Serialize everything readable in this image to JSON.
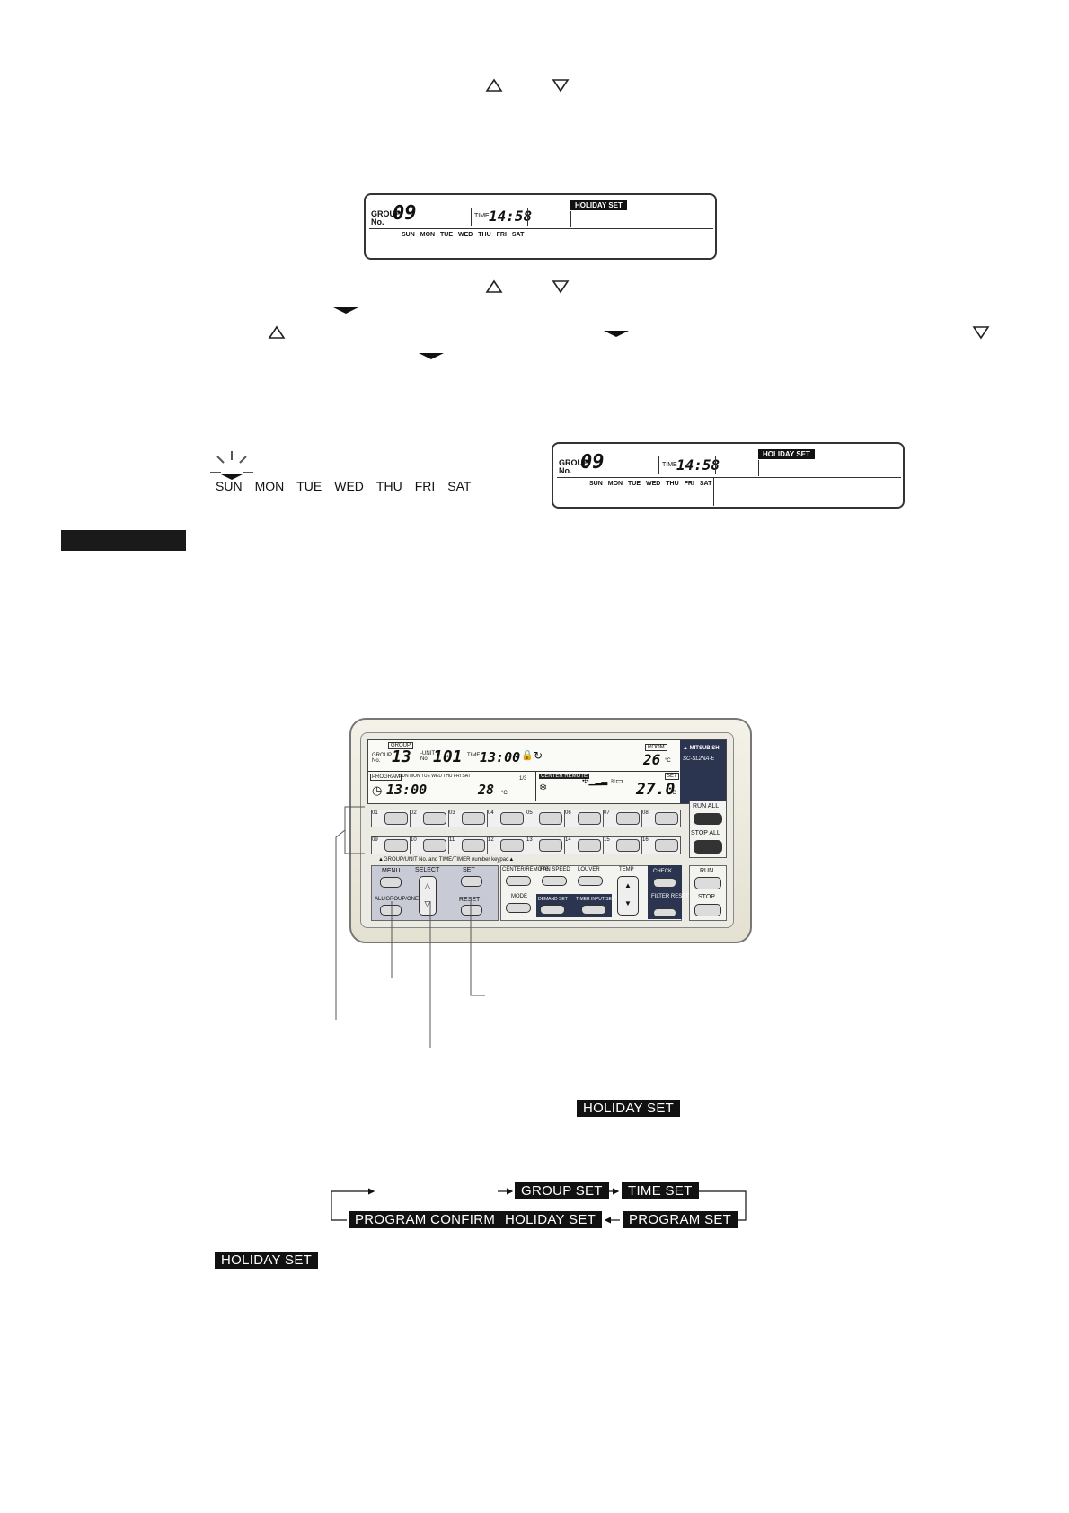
{
  "display1": {
    "group_label": "GROUP\nNo.",
    "group_no": "09",
    "time_label": "TIME",
    "time": "14:58",
    "badge": "HOLIDAY SET",
    "days": [
      "SUN",
      "MON",
      "TUE",
      "WED",
      "THU",
      "FRI",
      "SAT"
    ]
  },
  "display2": {
    "group_label": "GROUP\nNo.",
    "group_no": "09",
    "time_label": "TIME",
    "time": "14:58",
    "badge": "HOLIDAY SET",
    "days": [
      "SUN",
      "MON",
      "TUE",
      "WED",
      "THU",
      "FRI",
      "SAT"
    ]
  },
  "blink_days": [
    "SUN",
    "MON",
    "TUE",
    "WED",
    "THU",
    "FRI",
    "SAT"
  ],
  "remote": {
    "brand": "MITSUBISHI",
    "model": "SC-SL2NA-E",
    "group_label": "GROUP",
    "group_no": "13",
    "unit_no": "101",
    "time_label": "TIME",
    "time": "13:00",
    "room_label": "ROOM",
    "room_temp": "26",
    "program_label": "PROGRAM",
    "program_days": "SUN MON TUE WED THU FRI SAT",
    "program_time": "13:00",
    "program_temp": "28",
    "center_remote": "CENTER REMOTE",
    "set_label": "SET",
    "set_temp": "27.0",
    "deg": "°C",
    "fraction": "1/3",
    "keys_row1": [
      "01",
      "02",
      "03",
      "04",
      "05",
      "06",
      "07",
      "08"
    ],
    "keys_row2": [
      "09",
      "10",
      "11",
      "12",
      "13",
      "14",
      "15",
      "16"
    ],
    "keypad_label": "▲GROUP/UNIT No. and TIME/TIMER number keypad▲",
    "run_all": "RUN ALL",
    "stop_all": "STOP ALL",
    "menu": "MENU",
    "all_group_one": "ALL/GROUP/ONE",
    "select": "SELECT",
    "set": "SET",
    "reset": "RESET",
    "center_remote_btn": "CENTER/REMOTE",
    "fan_speed": "FAN SPEED",
    "louver": "LOUVER",
    "temp": "TEMP",
    "mode": "MODE",
    "demand_set": "DEMAND SET",
    "timer_input_set": "TIMER INPUT SET",
    "check": "CHECK",
    "filter_reset": "FILTER RESET",
    "run": "RUN",
    "stop": "STOP"
  },
  "tags": {
    "holiday_set_1": "HOLIDAY SET",
    "group_set": "GROUP SET",
    "time_set": "TIME SET",
    "program_confirm": "PROGRAM CONFIRM",
    "holiday_set_2": "HOLIDAY SET",
    "program_set": "PROGRAM SET",
    "holiday_set_3": "HOLIDAY SET"
  }
}
